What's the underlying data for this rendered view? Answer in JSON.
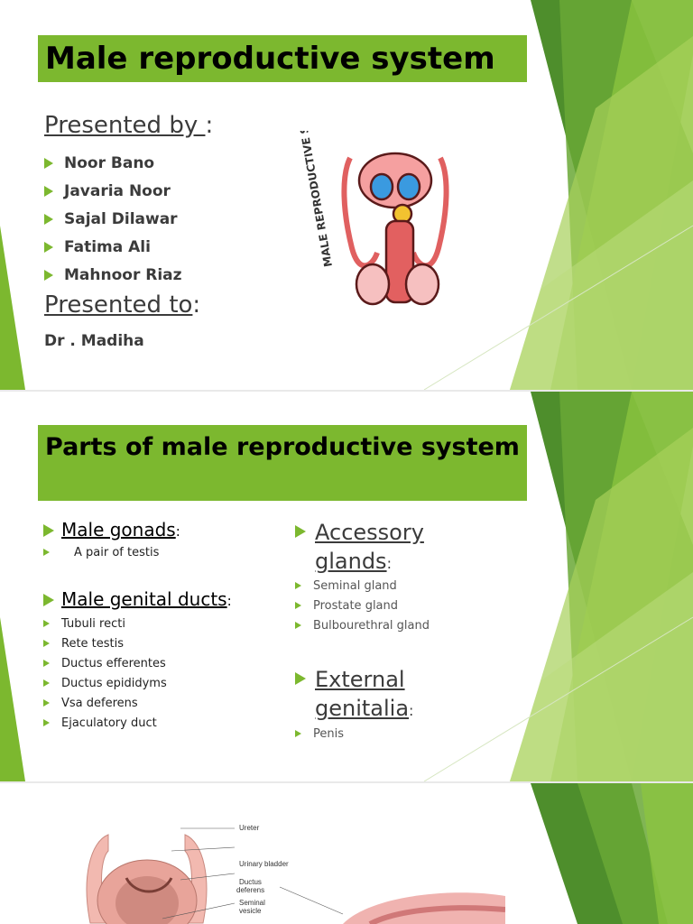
{
  "slide1": {
    "title": "Male reproductive system",
    "presented_by_label": "Presented by ",
    "presented_by_colon": ":",
    "members": [
      "Noor Bano",
      "Javaria Noor",
      "Sajal Dilawar",
      "Fatima Ali",
      "Mahnoor Riaz"
    ],
    "presented_to_label": "Presented to",
    "presented_to_colon": ":",
    "presented_to_name": "Dr . Madiha",
    "illustration_text": "MALE REPRODUCTIVE SYSTEM"
  },
  "slide2": {
    "title": "Parts of male reproductive system",
    "gonads_heading": "Male gonads",
    "gonads_colon": ":",
    "gonads_items": [
      "A pair of testis"
    ],
    "ducts_heading": "Male genital ducts",
    "ducts_colon": ":",
    "ducts_items": [
      "Tubuli recti",
      "Rete testis",
      "Ductus efferentes",
      "Ductus epididyms",
      "Vsa deferens",
      "Ejaculatory duct"
    ],
    "accessory_heading_line1": "Accessory",
    "accessory_heading_line2": "glands",
    "accessory_colon": ":",
    "accessory_items": [
      "Seminal gland",
      "Prostate gland",
      "Bulbourethral gland"
    ],
    "external_heading_line1": "External",
    "external_heading_line2": "genitalia",
    "external_colon": ":",
    "external_items": [
      "Penis"
    ]
  },
  "slide3": {
    "labels": [
      "Ureter",
      "Urinary bladder",
      "Ductus",
      "deferens",
      "Seminal",
      "vesicle"
    ]
  },
  "colors": {
    "accent_green": "#7cb82f",
    "dark_green": "#4a8a2a",
    "light_green": "#a6d05a"
  }
}
